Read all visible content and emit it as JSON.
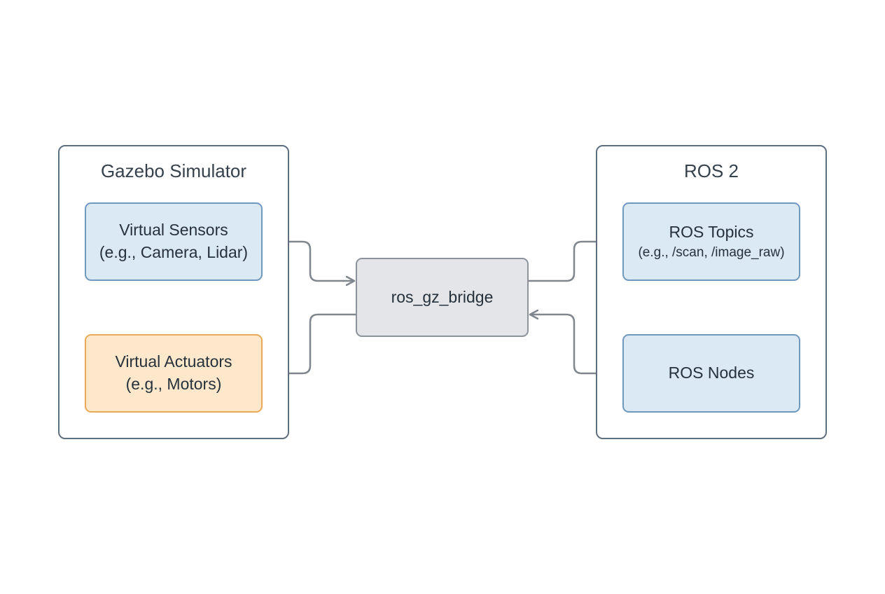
{
  "groups": {
    "gazebo": {
      "title": "Gazebo Simulator"
    },
    "ros2": {
      "title": "ROS 2"
    }
  },
  "nodes": {
    "virtual_sensors": {
      "line1": "Virtual Sensors",
      "line2": "(e.g., Camera, Lidar)"
    },
    "virtual_actuators": {
      "line1": "Virtual Actuators",
      "line2": "(e.g., Motors)"
    },
    "bridge": {
      "label": "ros_gz_bridge"
    },
    "ros_topics": {
      "line1": "ROS Topics",
      "line2": "(e.g., /scan, /image_raw)"
    },
    "ros_nodes": {
      "label": "ROS Nodes"
    }
  },
  "edges": [
    {
      "from": "Virtual Sensors",
      "to": "ros_gz_bridge"
    },
    {
      "from": "ros_gz_bridge",
      "to": "Virtual Actuators"
    },
    {
      "from": "ros_gz_bridge",
      "to": "ROS Topics"
    },
    {
      "from": "ROS Nodes",
      "to": "ros_gz_bridge"
    }
  ],
  "colors": {
    "group_border": "#5f6f80",
    "blue_fill": "#dbe9f5",
    "blue_border": "#6f98bf",
    "orange_fill": "#fde8cc",
    "orange_border": "#e9a955",
    "grey_fill": "#e3e5e8",
    "grey_border": "#8c939b",
    "edge": "#7f868e"
  }
}
